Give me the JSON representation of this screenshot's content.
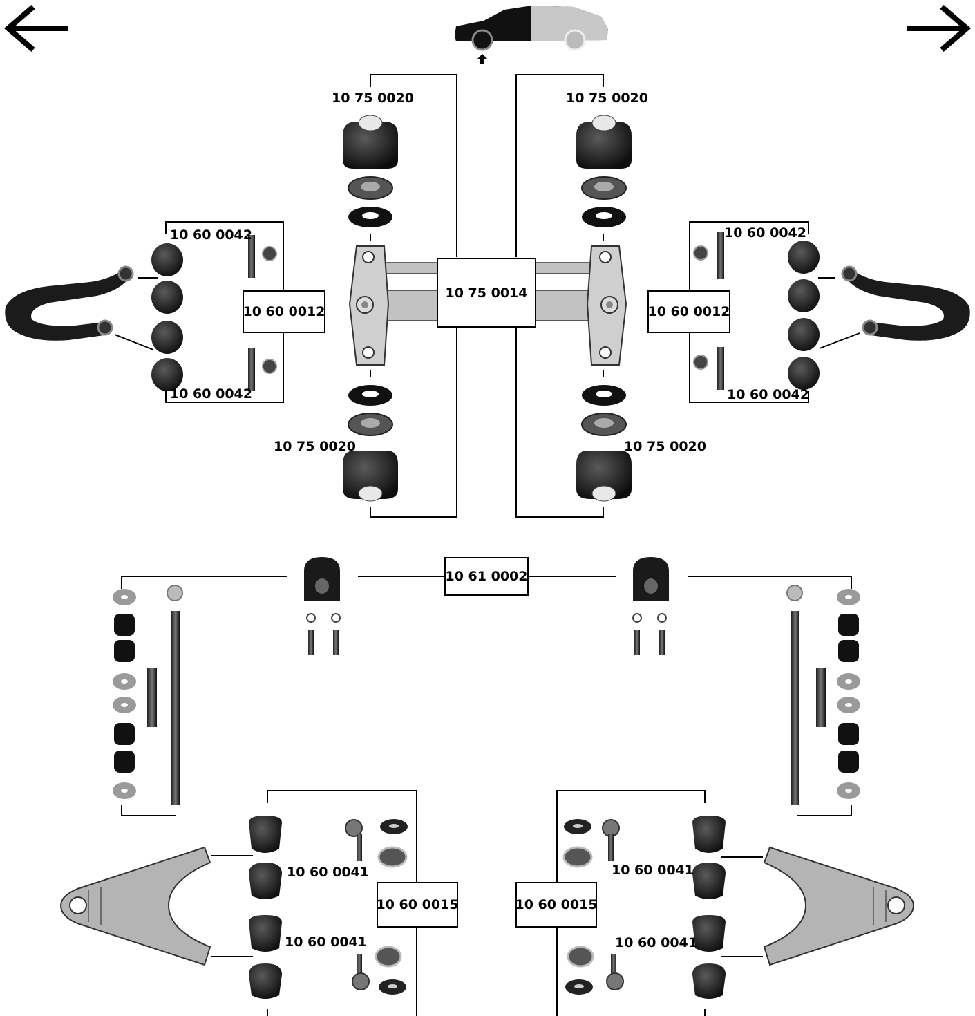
{
  "navigation": {
    "back_icon": "arrow-left-icon",
    "forward_icon": "arrow-right-icon"
  },
  "header": {
    "car_icon": "car-front-axle-icon"
  },
  "labels": {
    "subframe_bushing": "10 75 0020",
    "subframe_kit": "10 75 0014",
    "upper_arm_bushing": "10 60 0042",
    "upper_arm_kit": "10 60 0012",
    "stabilizer_kit": "10 61 0002",
    "lower_arm_bushing": "10 60 0041",
    "lower_arm_kit": "10 60 0015"
  },
  "colors": {
    "line": "#000000",
    "part_dark": "#1a1a1a",
    "part_grey": "#b4b4b4",
    "bushing_core": "#e8e8e8"
  }
}
